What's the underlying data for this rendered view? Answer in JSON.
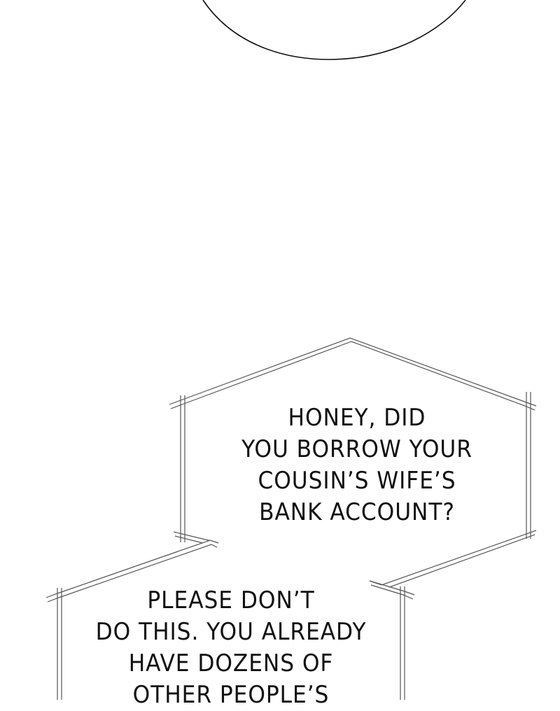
{
  "panel": {
    "bubble_1": {
      "lines": [
        "HONEY, DID",
        "YOU BORROW YOUR",
        "COUSIN’S WIFE’S",
        "BANK ACCOUNT?"
      ]
    },
    "bubble_2": {
      "lines": [
        "PLEASE DON’T",
        "DO THIS. YOU ALREADY",
        "HAVE DOZENS OF",
        "OTHER PEOPLE’S"
      ]
    }
  },
  "colors": {
    "background": "#ffffff",
    "ink": "#111111",
    "bubble_border": "#555555"
  }
}
